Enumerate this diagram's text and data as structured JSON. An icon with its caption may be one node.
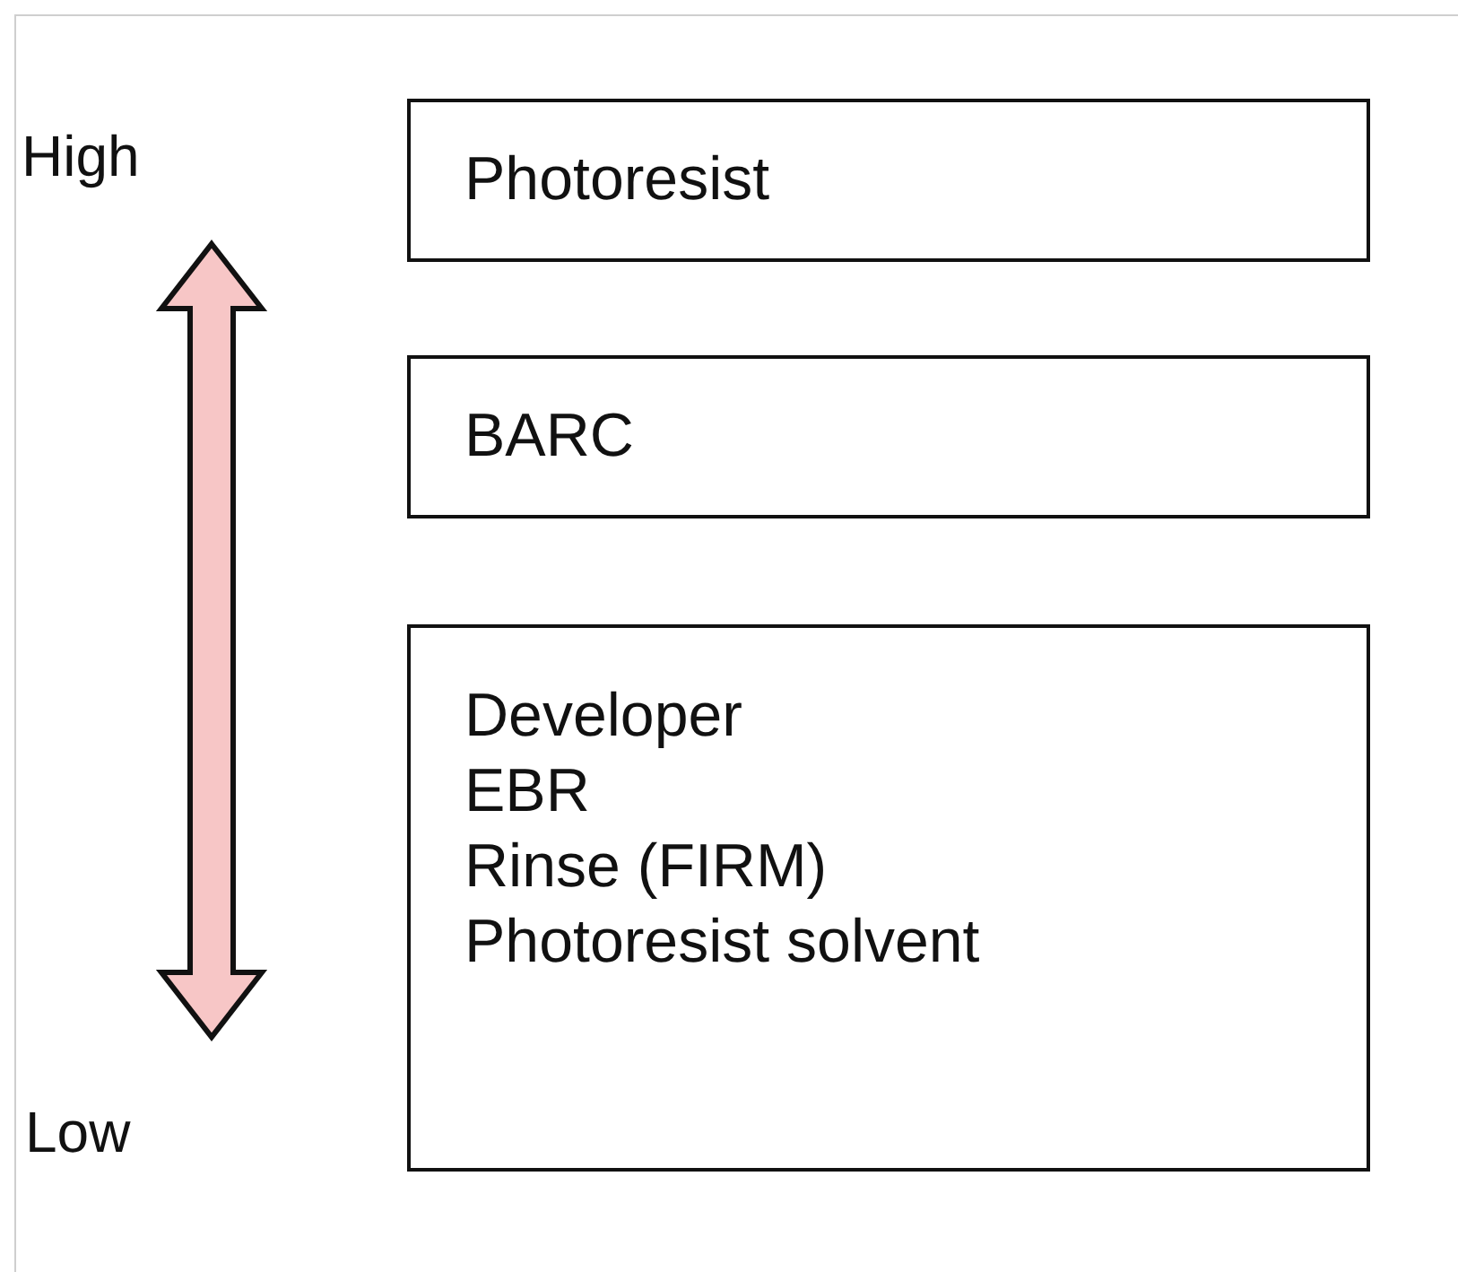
{
  "diagram": {
    "nodes": [
      {
        "text": [
          "Photoresist"
        ]
      },
      {
        "text": [
          "BARC"
        ]
      },
      {
        "text": [
          "Developer",
          "EBR",
          "Rinse (FIRM)",
          "Photoresist solvent"
        ]
      }
    ],
    "labels": [
      "High",
      "Low"
    ]
  }
}
